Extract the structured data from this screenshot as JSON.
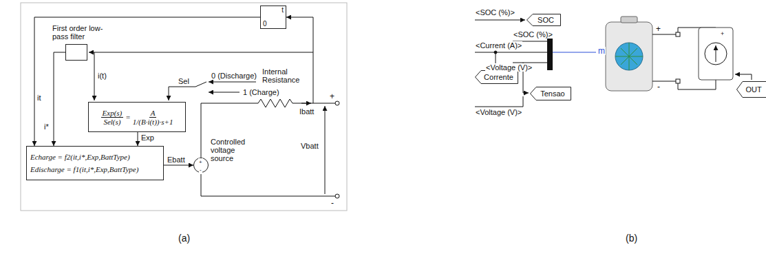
{
  "diagram": {
    "nodes": [
      {
        "text": [
          "0",
          "t"
        ]
      },
      {
        "text": [
          "First order low-pass filter"
        ]
      },
      {
        "text": [
          "Exp(s)",
          "Sel(s)",
          "=",
          "A",
          "1/(B·i(t))·s+1"
        ]
      },
      {
        "text": [
          "Echarge = f2(it,i*,Exp,BattType)",
          "Edischarge = f1(it,i*,Exp,BattType)"
        ]
      },
      {
        "text": [
          "Controlled voltage source"
        ]
      },
      {
        "text": [
          "SOC"
        ]
      },
      {
        "text": [
          "Corrente"
        ]
      },
      {
        "text": [
          "Tensao"
        ]
      },
      {
        "text": [
          "OUT"
        ]
      }
    ],
    "edges": [
      {
        "from": 0,
        "to": 3,
        "label": "it",
        "arrow": "to"
      },
      {
        "from": 1,
        "to": 3,
        "label": "i*",
        "arrow": "to"
      },
      {
        "from": 2,
        "to": 3,
        "label": "Exp",
        "arrow": "to"
      },
      {
        "from": 3,
        "to": 4,
        "label": "Ebatt",
        "arrow": "to"
      }
    ],
    "labels": [
      "i(t)",
      "Sel",
      "0 (Discharge)",
      "1 (Charge)",
      "Internal Resistance",
      "Ibatt",
      "Vbatt",
      "+",
      "-",
      "+",
      "-",
      "(a)",
      "<SOC (%)>",
      "<SOC (%)>",
      "<Current (A)>",
      "<Voltage (V)>",
      "<Voltage (V)>",
      "m",
      "+",
      "-",
      "+",
      "(b)"
    ]
  }
}
